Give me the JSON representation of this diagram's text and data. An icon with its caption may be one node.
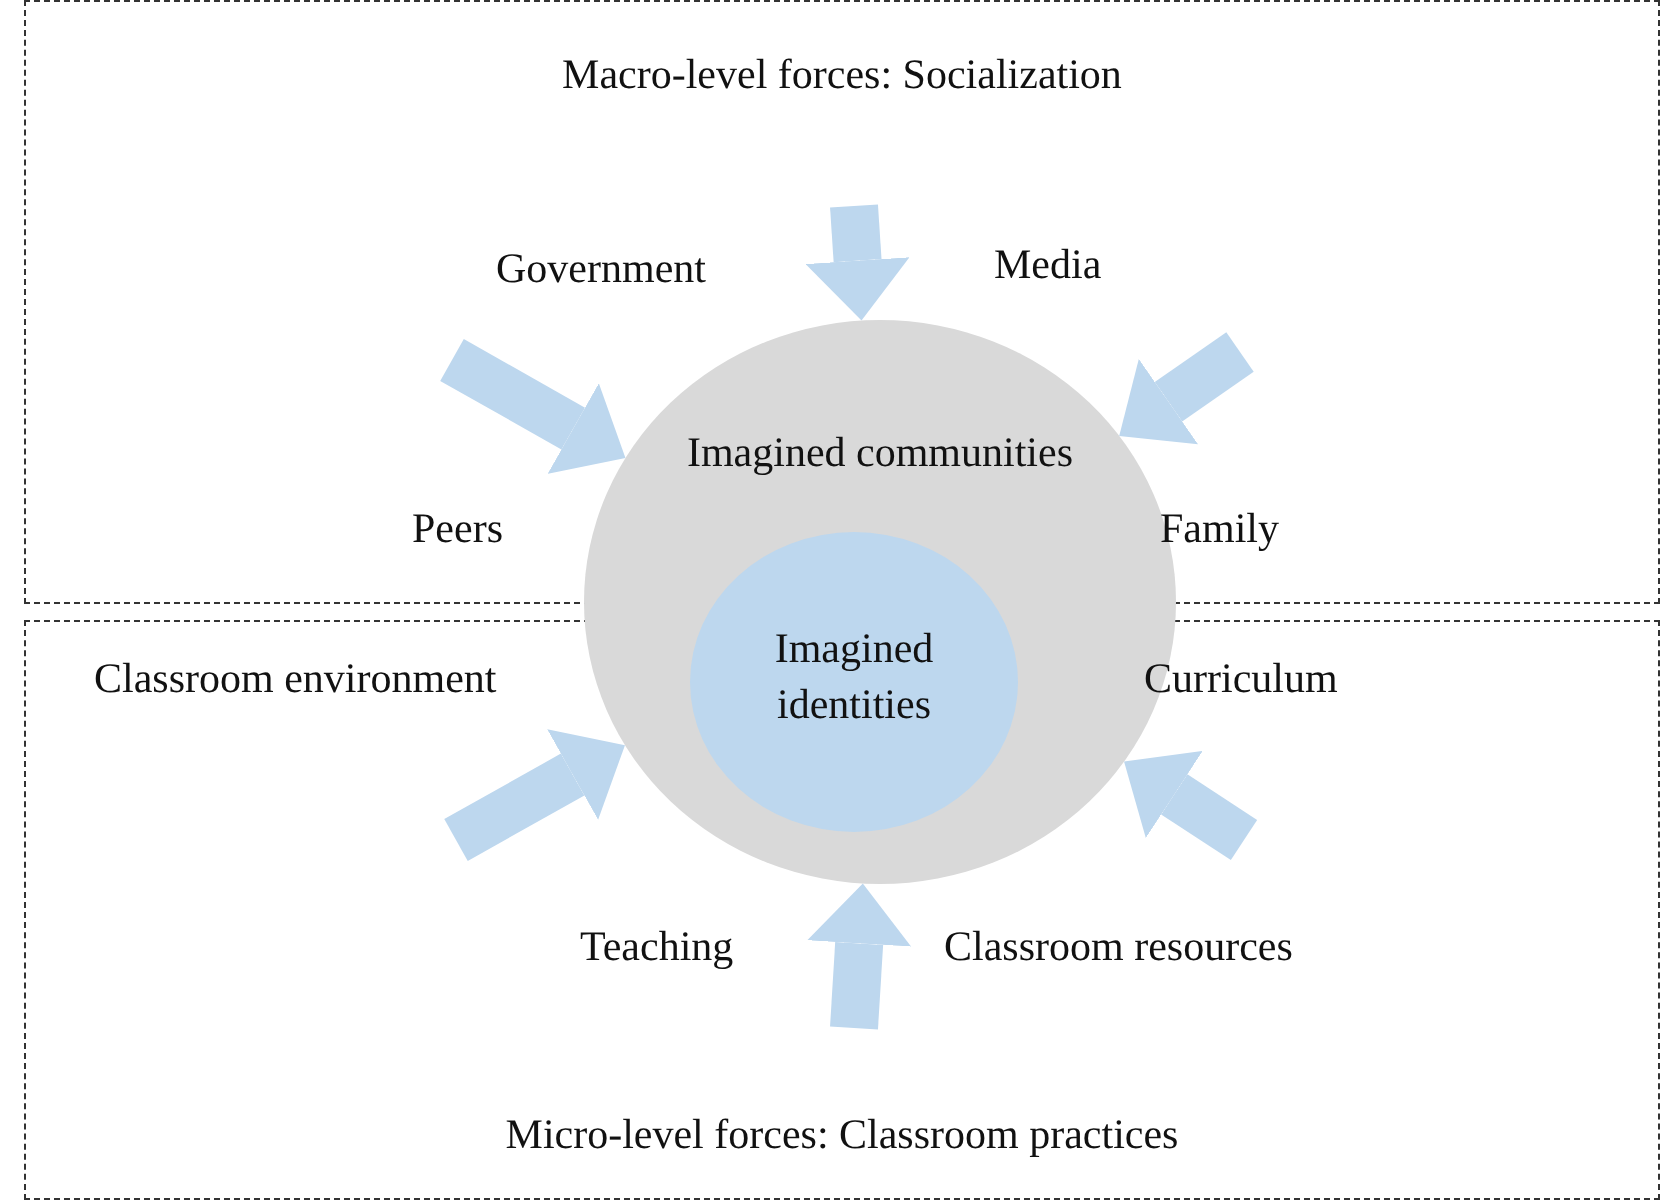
{
  "diagram": {
    "nodes": [
      {
        "text": [
          "Macro-level forces: Socialization"
        ]
      },
      {
        "text": [
          "Micro-level forces: Classroom practices"
        ]
      },
      {
        "text": [
          "Imagined communities"
        ]
      },
      {
        "text": [
          "Imagined identities"
        ],
        "in": 2
      }
    ],
    "edges": [
      {
        "from": 0,
        "to": 2,
        "arrow": "to"
      },
      {
        "from": 0,
        "to": 2,
        "arrow": "to"
      },
      {
        "from": 0,
        "to": 2,
        "arrow": "to"
      },
      {
        "from": 1,
        "to": 2,
        "arrow": "to"
      },
      {
        "from": 1,
        "to": 2,
        "arrow": "to"
      },
      {
        "from": 1,
        "to": 2,
        "arrow": "to"
      }
    ],
    "labels": [
      "Government",
      "Media",
      "Peers",
      "Family",
      "Classroom environment",
      "Curriculum",
      "Teaching",
      "Classroom resources"
    ]
  }
}
